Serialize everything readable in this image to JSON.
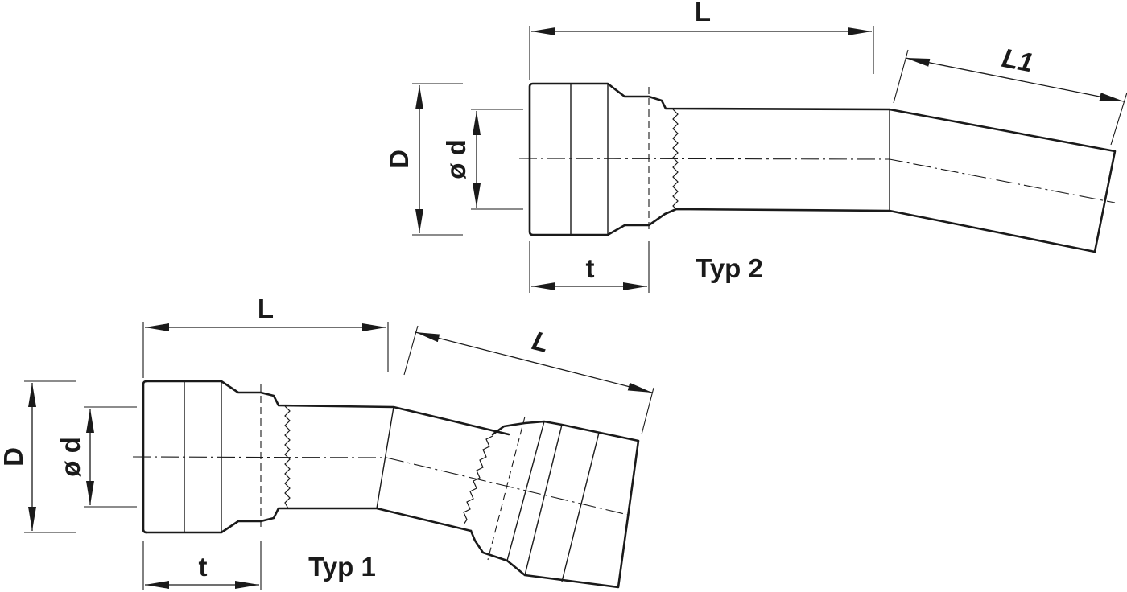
{
  "typ2": {
    "caption": "Typ 2",
    "dim_L": "L",
    "dim_L1": "L1",
    "dim_D": "D",
    "dim_d": "ø d",
    "dim_t": "t"
  },
  "typ1": {
    "caption": "Typ 1",
    "dim_L_straight": "L",
    "dim_L_angled": "L",
    "dim_D": "D",
    "dim_d": "ø d",
    "dim_t": "t"
  }
}
